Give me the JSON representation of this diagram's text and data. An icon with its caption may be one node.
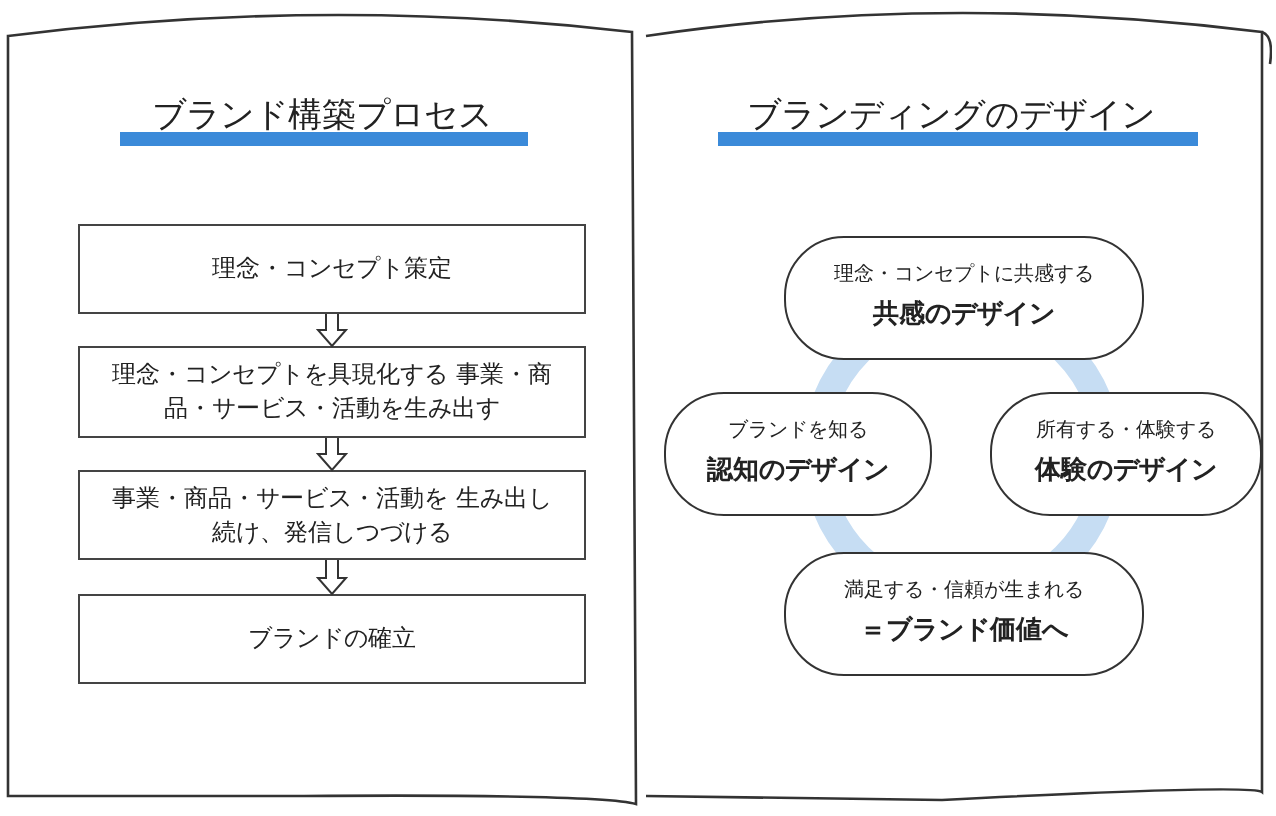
{
  "diagram": {
    "nodes": [
      {
        "text": [
          "ブランド構築プロセス"
        ]
      },
      {
        "text": [
          "理念・コンセプト策定"
        ],
        "in": 0
      },
      {
        "text": [
          "理念・コンセプトを具現化する 事業・商品・サービス・活動を生み出す"
        ],
        "in": 0
      },
      {
        "text": [
          "事業・商品・サービス・活動を 生み出し続け、発信しつづける"
        ],
        "in": 0
      },
      {
        "text": [
          "ブランドの確立"
        ],
        "in": 0
      },
      {
        "text": [
          "ブランディングのデザイン"
        ]
      },
      {
        "text": [
          "理念・コンセプトに共感する",
          "共感のデザイン"
        ],
        "in": 5
      },
      {
        "text": [
          "ブランドを知る",
          "認知のデザイン"
        ],
        "in": 5
      },
      {
        "text": [
          "所有する・体験する",
          "体験のデザイン"
        ],
        "in": 5
      },
      {
        "text": [
          "満足する・信頼が生まれる",
          "＝ブランド価値へ"
        ],
        "in": 5
      }
    ],
    "edges": [
      {
        "from": 1,
        "to": 2,
        "arrow": "to"
      },
      {
        "from": 2,
        "to": 3,
        "arrow": "to"
      },
      {
        "from": 3,
        "to": 4,
        "arrow": "to"
      }
    ]
  }
}
